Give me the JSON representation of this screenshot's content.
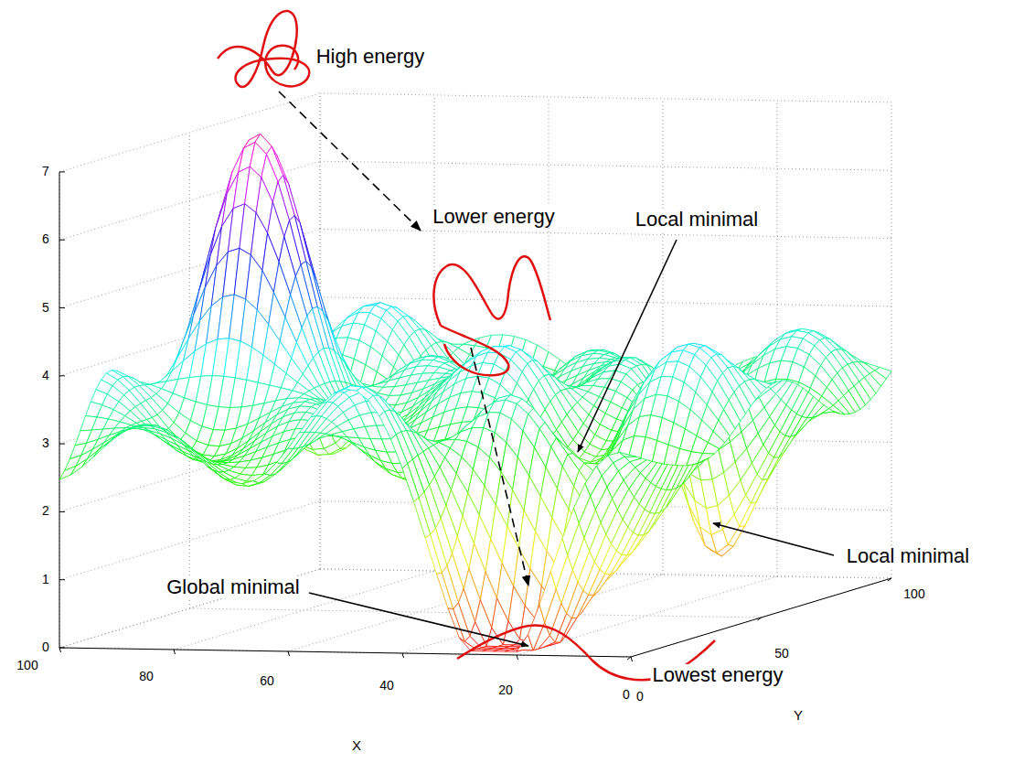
{
  "diagram": {
    "labels": [
      "High energy",
      "Lower energy",
      "Local minimal",
      "Local minimal",
      "Global minimal",
      "Lowest energy",
      "0",
      "1",
      "2",
      "3",
      "4",
      "5",
      "6",
      "7",
      "100",
      "80",
      "60",
      "40",
      "20",
      "0",
      "0",
      "50",
      "100",
      "X",
      "Y"
    ]
  }
}
